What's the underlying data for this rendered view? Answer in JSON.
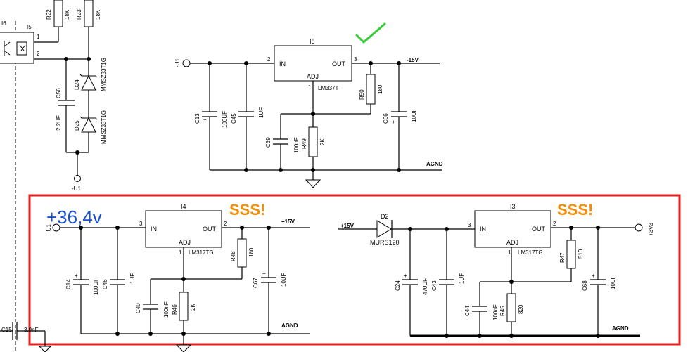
{
  "colors": {
    "highlight_box": "#dd2222",
    "check": "#33cc33",
    "annotation_blue": "#1a4fd0",
    "heat_orange": "#f0900a"
  },
  "top_left": {
    "r22": "R22",
    "r22_val": "18K",
    "r23": "R23",
    "r23_val": "18K",
    "partial_ref": "I6",
    "opto_ref": "I5",
    "pin1": "1",
    "pin2": "2",
    "c56": "C56",
    "c56_val": "2.2UF",
    "d24": "D24",
    "d25": "D25",
    "zener_part": "MMSZ33T1G",
    "zener_part2": "MMSZ33T1G",
    "neg_u1": "-U1"
  },
  "reg_top": {
    "ref": "I8",
    "in_label": "IN",
    "out_label": "OUT",
    "adj_label": "ADJ",
    "part": "LM337T",
    "pin_in": "2",
    "pin_out": "3",
    "pin_adj": "1",
    "input_net": "-U1",
    "output_net": "-15V",
    "gnd_net": "AGND",
    "c13": "C13",
    "c13_val": "100UF",
    "c45": "C45",
    "c45_val": "1UF",
    "c39": "C39",
    "c39_val": "100nF",
    "r49": "R49",
    "r49_val": "2K",
    "r50": "R50",
    "r50_val": "180",
    "c66": "C66",
    "c66_val": "10UF"
  },
  "annotation_voltage": "+36,4v",
  "annotation_heat": "SSS!",
  "reg_left": {
    "ref": "I4",
    "in_label": "IN",
    "out_label": "OUT",
    "adj_label": "ADJ",
    "part": "LM317TG",
    "pin_in": "3",
    "pin_out": "2",
    "pin_adj": "1",
    "input_net": "+U1",
    "output_net": "+15V",
    "gnd_net": "AGND",
    "c14": "C14",
    "c14_val": "100UF",
    "c46": "C46",
    "c46_val": "1UF",
    "c40": "C40",
    "c40_val": "100nF",
    "r46": "R46",
    "r46_val": "2K",
    "r48": "R48",
    "r48_val": "180",
    "c67": "C67",
    "c67_val": "10UF"
  },
  "reg_right": {
    "ref": "I3",
    "in_label": "IN",
    "out_label": "OUT",
    "adj_label": "ADJ",
    "part": "LM317TG",
    "pin_in": "3",
    "pin_out": "2",
    "pin_adj": "1",
    "input_net": "+15V",
    "output_net": "+3V3",
    "gnd_net": "AGND",
    "d2": "D2",
    "d2_part": "MURS120",
    "c24": "C24",
    "c24_val": "470UF",
    "c43": "C43",
    "c43_val": "1UF",
    "c44": "C44",
    "c44_val": "100nF",
    "r45": "R45",
    "r45_val": "820",
    "r47": "R47",
    "r47_val": "510",
    "c68": "C68",
    "c68_val": "10UF"
  },
  "bottom_left": {
    "c15": "C15",
    "c15_val": "3.9nF"
  }
}
